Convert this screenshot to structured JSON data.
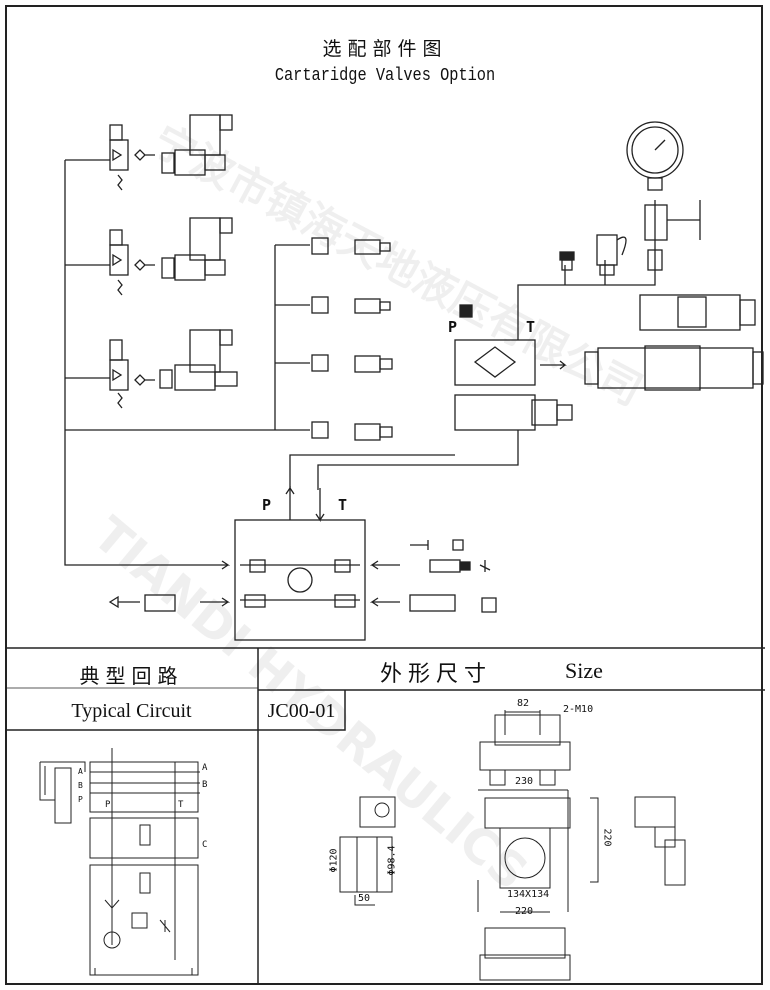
{
  "header": {
    "title_cn": "选配部件图",
    "title_en": "Cartaridge Valves Option"
  },
  "diagram_labels": {
    "port_p": "P",
    "port_t": "T",
    "manifold_p": "P",
    "manifold_t": "T"
  },
  "typical_circuit": {
    "title_cn": "典型回路",
    "title_en": "Typical Circuit",
    "labels": {
      "a": "A",
      "b": "B",
      "c": "C",
      "p": "P",
      "t": "T",
      "a_left": "A",
      "b_left": "B",
      "p_left": "P"
    }
  },
  "size": {
    "title_cn": "外形尺寸",
    "title_en": "Size",
    "model": "JC00-01",
    "dimensions": {
      "d82": "82",
      "thread": "2-M10",
      "d230": "230",
      "d220_h": "220",
      "d220_w": "220",
      "d134": "134X134",
      "d120": "Φ120",
      "d98": "Φ98.4",
      "d50": "50"
    }
  },
  "watermark": {
    "cn": "宁波市镇海天地液压有限公司",
    "en": "TIANDI HYDRAULICS"
  }
}
